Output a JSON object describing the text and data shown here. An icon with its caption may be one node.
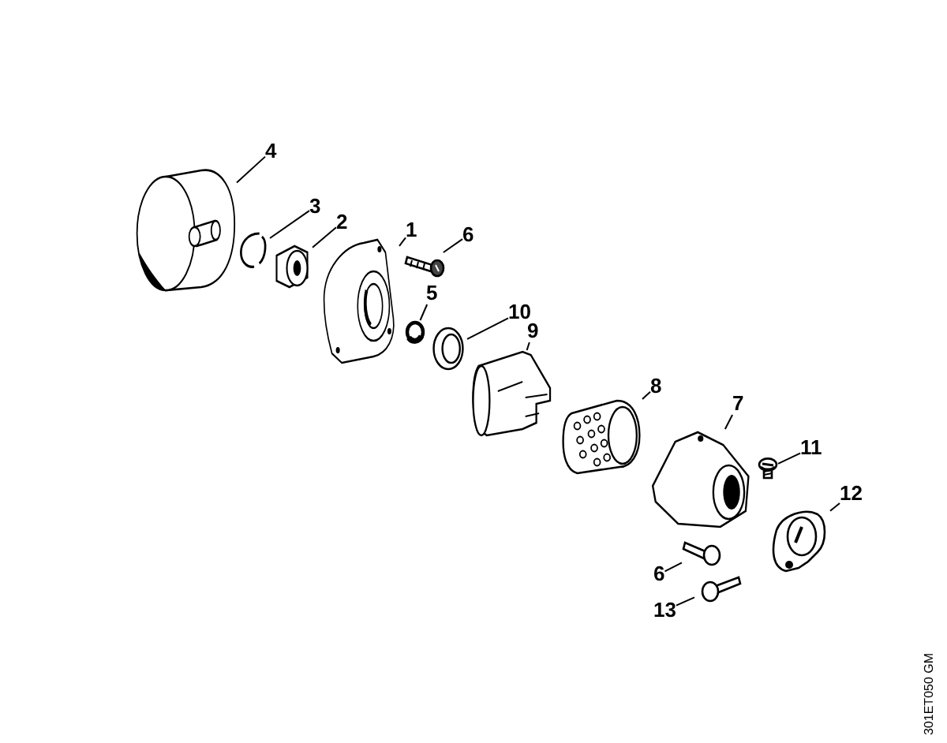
{
  "diagram": {
    "nodes": [
      {
        "text": [
          "4"
        ]
      },
      {
        "text": [
          "3"
        ]
      },
      {
        "text": [
          "2"
        ]
      },
      {
        "text": [
          "1"
        ]
      },
      {
        "text": [
          "6"
        ]
      },
      {
        "text": [
          "5"
        ]
      },
      {
        "text": [
          "10"
        ]
      },
      {
        "text": [
          "9"
        ]
      },
      {
        "text": [
          "8"
        ]
      },
      {
        "text": [
          "7"
        ]
      },
      {
        "text": [
          "11"
        ]
      },
      {
        "text": [
          "12"
        ]
      },
      {
        "text": [
          "6"
        ]
      },
      {
        "text": [
          "13"
        ]
      },
      {
        "text": [],
        "shape": "picture"
      },
      {
        "text": [],
        "shape": "picture"
      },
      {
        "text": [],
        "shape": "picture"
      },
      {
        "text": [],
        "shape": "picture"
      },
      {
        "text": [],
        "shape": "picture"
      },
      {
        "text": [],
        "shape": "picture"
      },
      {
        "text": [],
        "shape": "picture"
      },
      {
        "text": [],
        "shape": "picture"
      },
      {
        "text": [],
        "shape": "picture"
      },
      {
        "text": [],
        "shape": "picture"
      },
      {
        "text": [],
        "shape": "picture"
      },
      {
        "text": [],
        "shape": "picture"
      },
      {
        "text": [],
        "shape": "picture"
      },
      {
        "text": [],
        "shape": "picture"
      }
    ],
    "edges": [
      {
        "from": 0,
        "to": 14,
        "arrow": "none"
      },
      {
        "from": 1,
        "to": 15,
        "arrow": "none"
      },
      {
        "from": 2,
        "to": 16,
        "arrow": "none"
      },
      {
        "from": 3,
        "to": 17,
        "arrow": "none"
      },
      {
        "from": 4,
        "to": 18,
        "arrow": "none"
      },
      {
        "from": 5,
        "to": 19,
        "arrow": "none"
      },
      {
        "from": 6,
        "to": 20,
        "arrow": "none"
      },
      {
        "from": 7,
        "to": 21,
        "arrow": "none"
      },
      {
        "from": 8,
        "to": 22,
        "arrow": "none"
      },
      {
        "from": 9,
        "to": 23,
        "arrow": "none"
      },
      {
        "from": 10,
        "to": 24,
        "arrow": "none"
      },
      {
        "from": 11,
        "to": 25,
        "arrow": "none"
      },
      {
        "from": 12,
        "to": 26,
        "arrow": "none"
      },
      {
        "from": 13,
        "to": 27,
        "arrow": "none"
      }
    ],
    "labels": [
      "301ET050 GM"
    ]
  }
}
